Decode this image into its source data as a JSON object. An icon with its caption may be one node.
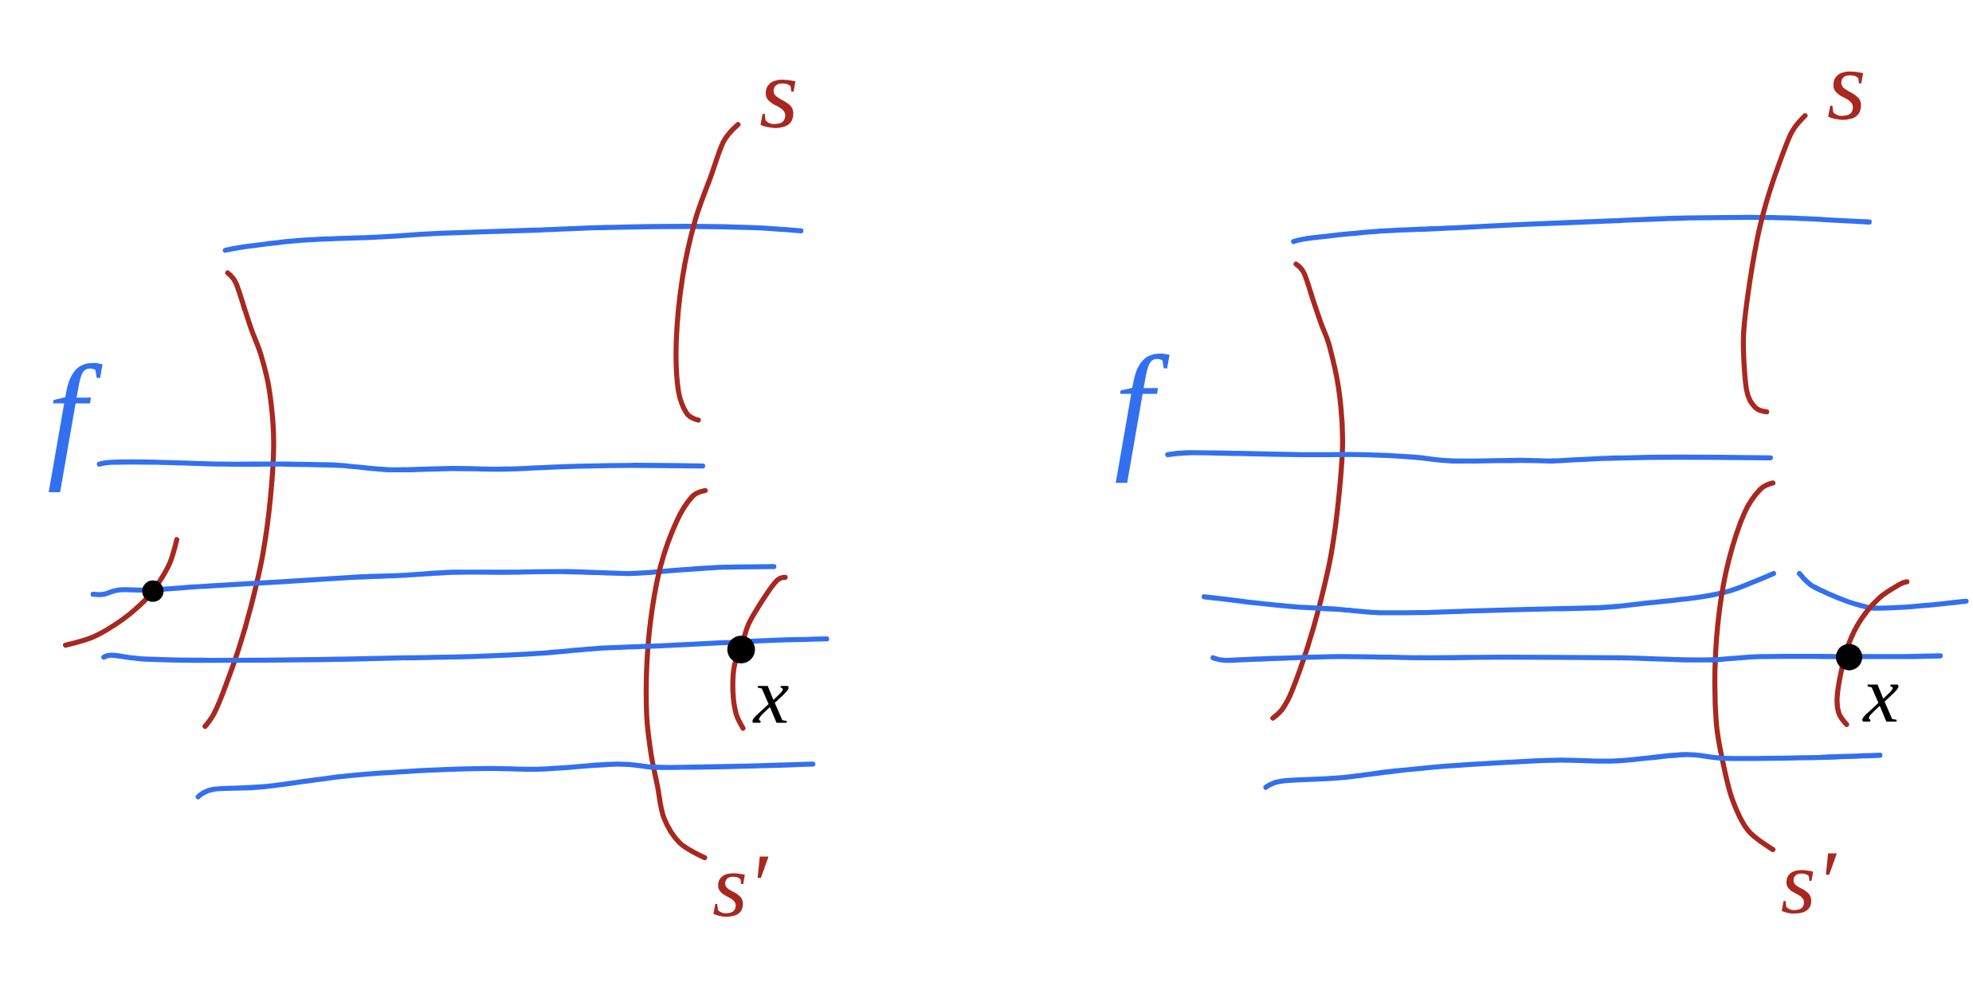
{
  "diagram": {
    "labels": [
      "s",
      "f",
      "x",
      "s′",
      "s",
      "f",
      "x",
      "s′"
    ]
  }
}
